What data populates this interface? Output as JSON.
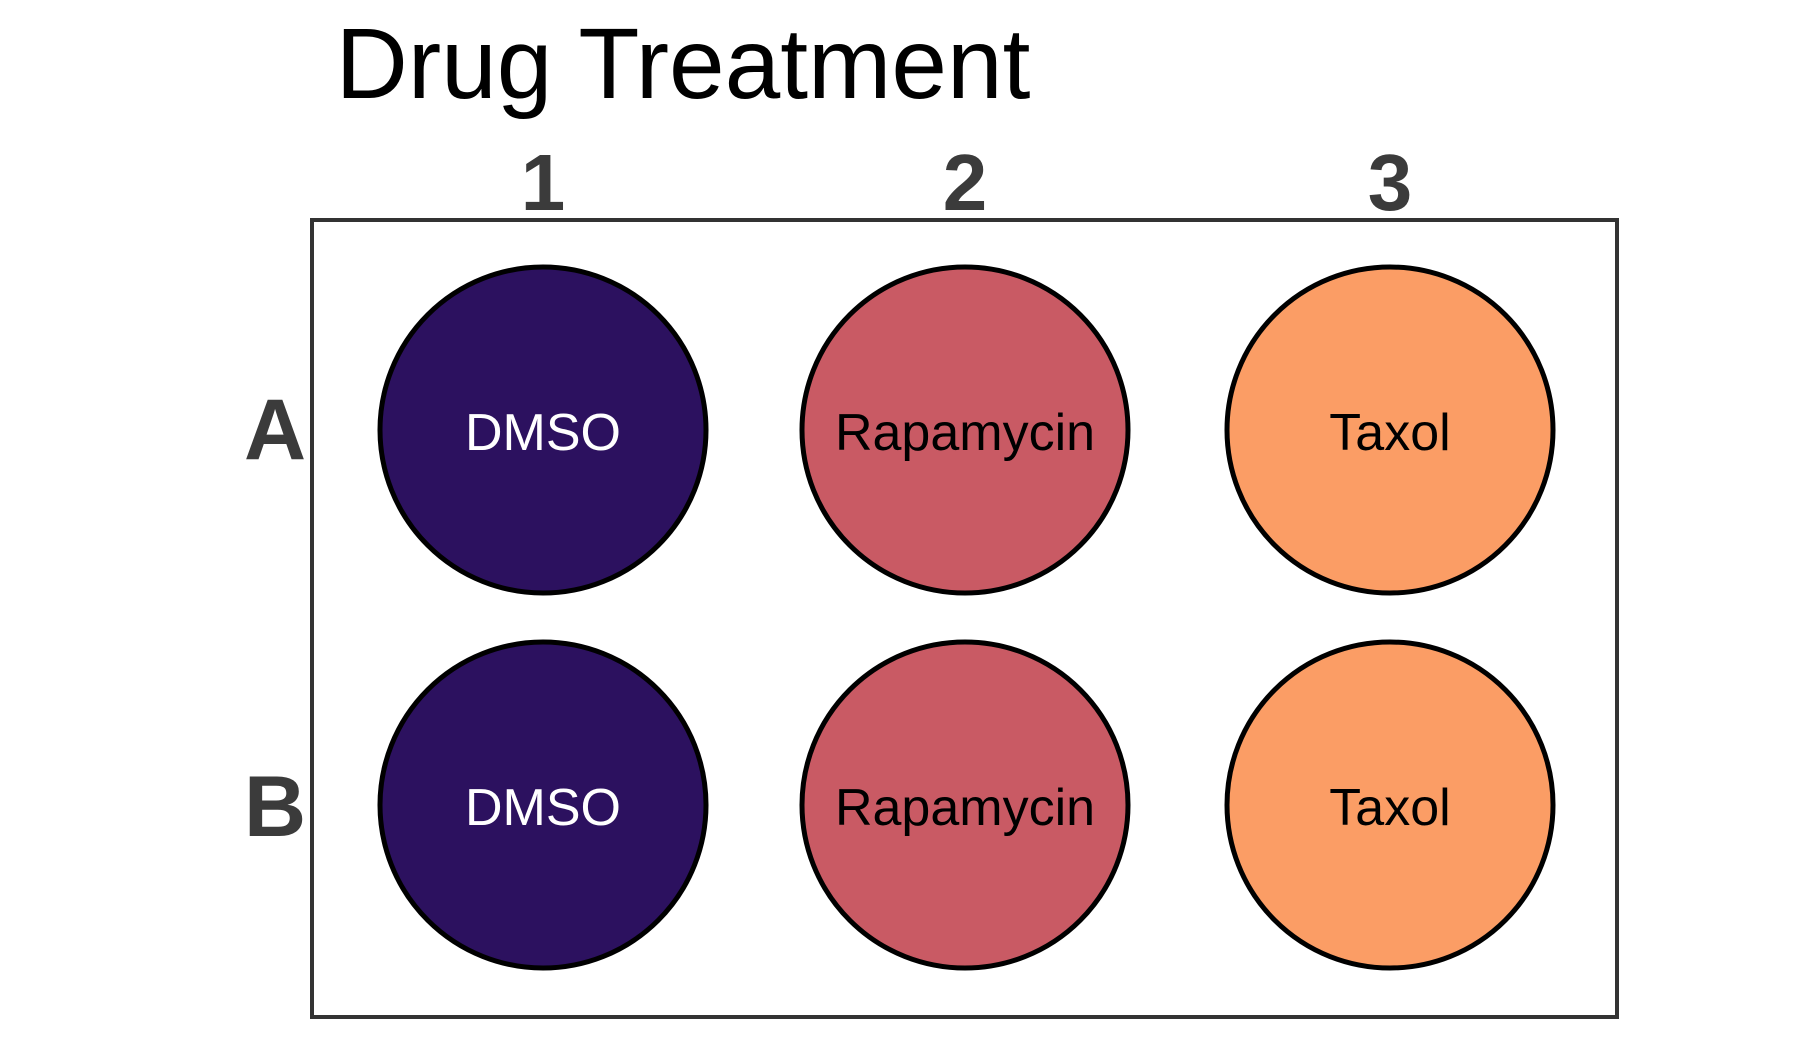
{
  "figure": {
    "title": "Drug Treatment",
    "column_labels": [
      "1",
      "2",
      "3"
    ],
    "row_labels": [
      "A",
      "B"
    ],
    "wells": [
      {
        "id": "A1",
        "row": "A",
        "col": "1",
        "label": "DMSO",
        "fill": "#2c115f",
        "text_color": "#ffffff"
      },
      {
        "id": "A2",
        "row": "A",
        "col": "2",
        "label": "Rapamycin",
        "fill": "#c95a64",
        "text_color": "#000000"
      },
      {
        "id": "A3",
        "row": "A",
        "col": "3",
        "label": "Taxol",
        "fill": "#fb9d65",
        "text_color": "#000000"
      },
      {
        "id": "B1",
        "row": "B",
        "col": "1",
        "label": "DMSO",
        "fill": "#2c115f",
        "text_color": "#ffffff"
      },
      {
        "id": "B2",
        "row": "B",
        "col": "2",
        "label": "Rapamycin",
        "fill": "#c95a64",
        "text_color": "#000000"
      },
      {
        "id": "B3",
        "row": "B",
        "col": "3",
        "label": "Taxol",
        "fill": "#fb9d65",
        "text_color": "#000000"
      }
    ],
    "colors": {
      "dmso": "#2c115f",
      "rapamycin": "#c95a64",
      "taxol": "#fb9d65",
      "label_gray": "#3b3b3b",
      "plate_border": "#333333",
      "well_stroke": "#000000",
      "background": "#ffffff"
    }
  },
  "chart_data": {
    "type": "heatmap",
    "title": "Drug Treatment",
    "rows": [
      "A",
      "B"
    ],
    "columns": [
      "1",
      "2",
      "3"
    ],
    "values": [
      [
        "DMSO",
        "Rapamycin",
        "Taxol"
      ],
      [
        "DMSO",
        "Rapamycin",
        "Taxol"
      ]
    ],
    "color_map": {
      "DMSO": "#2c115f",
      "Rapamycin": "#c95a64",
      "Taxol": "#fb9d65"
    },
    "layout": "6-well plate map, 2 rows x 3 columns"
  }
}
